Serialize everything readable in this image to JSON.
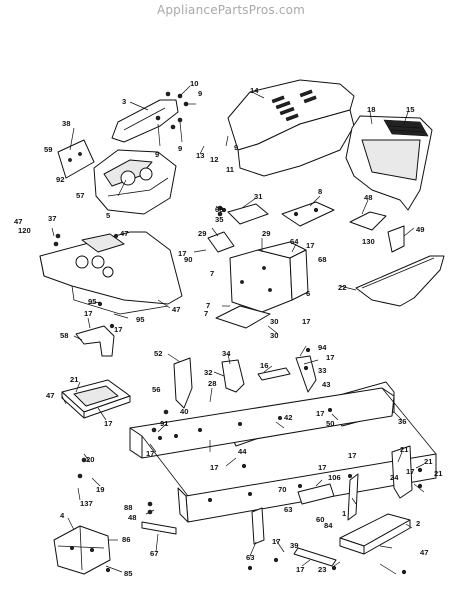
{
  "watermark": "AppliancePartsPros.com",
  "callouts": [
    "10",
    "3",
    "9",
    "9",
    "9",
    "14",
    "18",
    "15",
    "38",
    "59",
    "92",
    "57",
    "5",
    "13",
    "12",
    "11",
    "9",
    "68",
    "35",
    "31",
    "8",
    "48",
    "130",
    "49",
    "47",
    "120",
    "37",
    "47",
    "29",
    "90",
    "17",
    "29",
    "64",
    "17",
    "68",
    "7",
    "7",
    "6",
    "22",
    "95",
    "17",
    "95",
    "17",
    "58",
    "47",
    "7",
    "30",
    "30",
    "17",
    "94",
    "17",
    "33",
    "43",
    "52",
    "34",
    "32",
    "16",
    "28",
    "21",
    "47",
    "17",
    "56",
    "91",
    "17",
    "40",
    "42",
    "17",
    "50",
    "36",
    "17",
    "44",
    "21",
    "21",
    "21",
    "17",
    "20",
    "19",
    "137",
    "88",
    "48",
    "17",
    "106",
    "70",
    "63",
    "60",
    "84",
    "1",
    "17",
    "24",
    "2",
    "4",
    "86",
    "85",
    "67",
    "63",
    "17",
    "39",
    "17",
    "23",
    "47"
  ]
}
